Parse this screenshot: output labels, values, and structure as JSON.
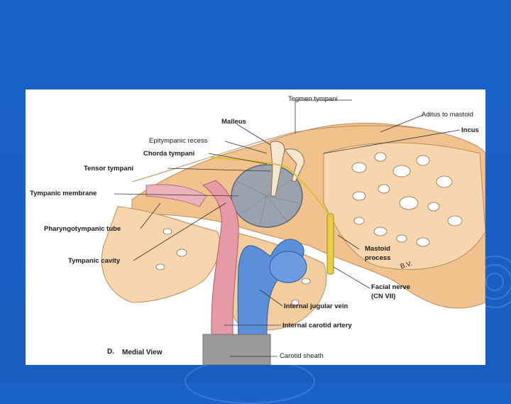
{
  "labels": {
    "tegmen_tympani": "Tegmen tympani",
    "aditus_to_mastoid": "Aditus to mastoid",
    "malleus": "Malleus",
    "incus": "Incus",
    "epitympanic_recess": "Epitympanic recess",
    "chorda_tympani": "Chorda tympani",
    "tensor_tympani": "Tensor tympani",
    "tympanic_membrane": "Tympanic membrane",
    "pharyngotympanic_tube": "Pharyngotympanic tube",
    "tympanic_cavity": "Tympanic cavity",
    "mastoid_process_line1": "Mastoid",
    "mastoid_process_line2": "process",
    "facial_nerve_line1": "Facial nerve",
    "facial_nerve_line2": "(CN VII)",
    "internal_jugular_vein": "Internal jugular vein",
    "internal_carotid_artery": "Internal carotid artery",
    "carotid_sheath": "Carotid sheath",
    "view_caption_letter": "D.",
    "view_caption": "Medial View",
    "artist_signature": "B.V."
  },
  "colors": {
    "slide_background": "#1a62c8",
    "bone": "#f2c28e",
    "bone_light": "#f7d6ad",
    "membrane": "#9aa3ad",
    "artery": "#e59aa6",
    "vein": "#5b8fd9",
    "nerve": "#e8cf46",
    "sheath": "#9b9b9b"
  }
}
